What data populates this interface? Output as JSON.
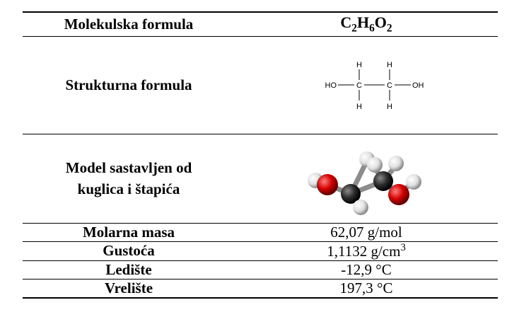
{
  "rows": [
    {
      "label": "Molekulska formula",
      "value": {
        "parts": [
          {
            "t": "C"
          },
          {
            "t": "2",
            "sub": true
          },
          {
            "t": "H"
          },
          {
            "t": "6",
            "sub": true
          },
          {
            "t": "O"
          },
          {
            "t": "2",
            "sub": true
          }
        ]
      }
    },
    {
      "label": "Strukturna formula",
      "structure": {
        "atoms": [
          "HO",
          "C",
          "C",
          "OH",
          "H",
          "H",
          "H",
          "H"
        ]
      }
    },
    {
      "label_lines": [
        "Model sastavljen od",
        "kuglica i štapića"
      ]
    },
    {
      "label": "Molarna masa",
      "value": {
        "text": "62,07 g/mol"
      }
    },
    {
      "label": "Gustoća",
      "value": {
        "text": "1,1132 g/cm",
        "sup": "3"
      }
    },
    {
      "label": "Ledište",
      "value": {
        "text": "-12,9 °C"
      }
    },
    {
      "label": "Vrelište",
      "value": {
        "text": "197,3 °C"
      }
    }
  ],
  "colors": {
    "oxygen": "#d40000",
    "carbon": "#2b2b2b",
    "hydrogen": "#e8e8e8"
  }
}
